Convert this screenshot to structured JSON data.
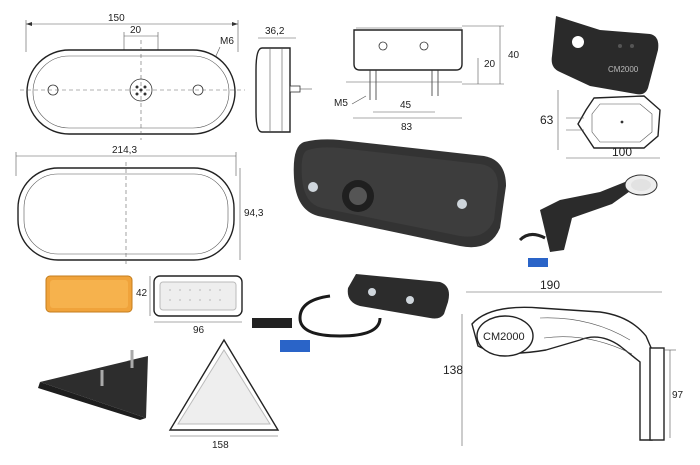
{
  "drawing_1": {
    "width": "150",
    "center": "20",
    "thread": "M6"
  },
  "drawing_2": {
    "depth": "36,2"
  },
  "drawing_3": {
    "height": "40",
    "lower": "20",
    "bolt": "M5",
    "spacing": "45",
    "base": "83"
  },
  "product_photo_bracket": {
    "brand_label": "CM2000"
  },
  "drawing_4": {
    "height": "63",
    "width": "100"
  },
  "drawing_5": {
    "width": "214,3",
    "height": "94,3"
  },
  "drawing_6": {
    "height": "42",
    "width": "96"
  },
  "drawing_7": {
    "base": "158"
  },
  "drawing_8": {
    "width": "190",
    "height": "138",
    "lamp_height": "97",
    "brand_label": "CM2000"
  }
}
